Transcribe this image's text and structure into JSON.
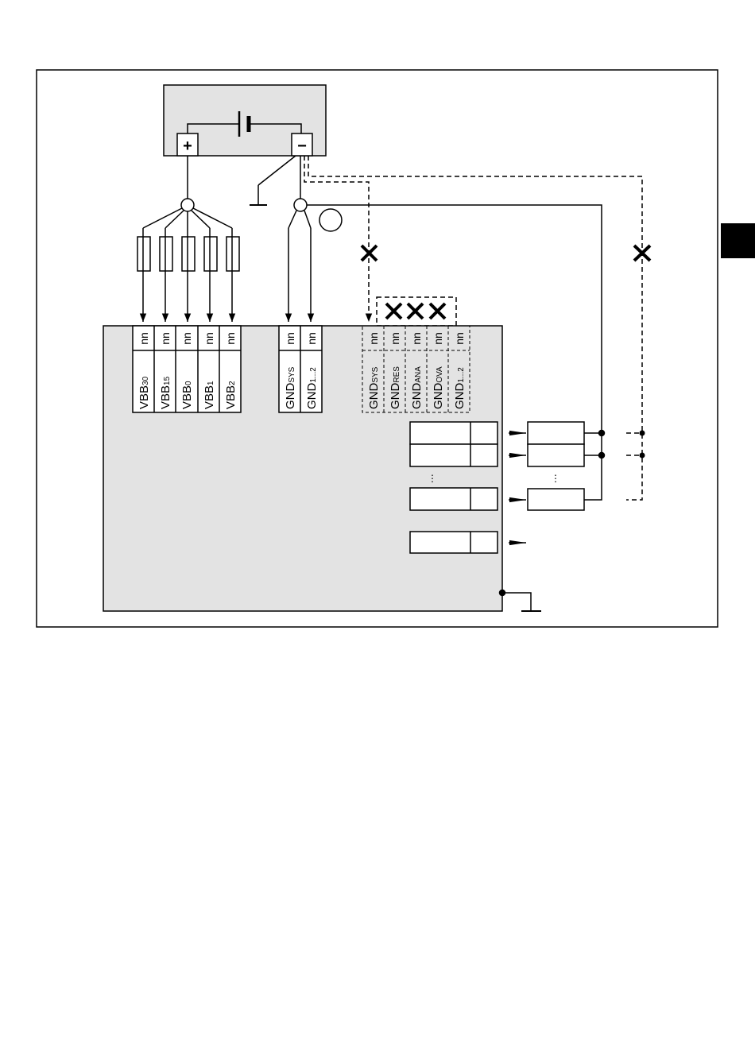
{
  "battery": {
    "plus_symbol": "+",
    "minus_symbol": "−"
  },
  "power_terminals": [
    {
      "top": "nn",
      "main": "VBB",
      "sub": "30"
    },
    {
      "top": "nn",
      "main": "VBB",
      "sub": "15"
    },
    {
      "top": "nn",
      "main": "VBB",
      "sub": "0"
    },
    {
      "top": "nn",
      "main": "VBB",
      "sub": "1"
    },
    {
      "top": "nn",
      "main": "VBB",
      "sub": "2"
    }
  ],
  "ground_terminals": [
    {
      "top": "nn",
      "main": "GND",
      "sub": "SYS"
    },
    {
      "top": "nn",
      "main": "GND",
      "sub": "1...2"
    }
  ],
  "ground_terminals_not_connected": [
    {
      "top": "nn",
      "main": "GND",
      "sub": "SYS"
    },
    {
      "top": "nn",
      "main": "GND",
      "sub": "RES"
    },
    {
      "top": "nn",
      "main": "GND",
      "sub": "ANA"
    },
    {
      "top": "nn",
      "main": "GND",
      "sub": "OVA"
    },
    {
      "top": "nn",
      "main": "GND",
      "sub": "1...2"
    }
  ],
  "ellipsis": "⋮",
  "colors": {
    "box_fill": "#e3e3e3",
    "line": "#000000",
    "side_tab": "#000000"
  }
}
